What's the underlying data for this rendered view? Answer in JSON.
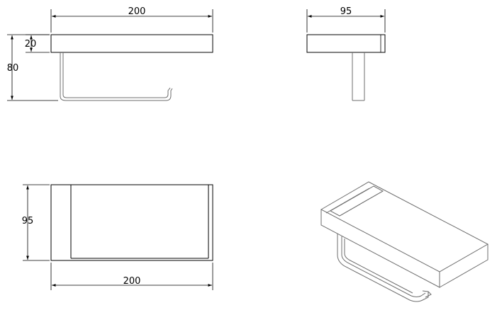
{
  "front_view": {
    "width_label": "200",
    "plate_thickness_label": "20",
    "total_height_label": "80"
  },
  "side_view": {
    "depth_label": "95"
  },
  "top_view": {
    "depth_label": "95",
    "width_label": "200"
  },
  "iso_view": {}
}
